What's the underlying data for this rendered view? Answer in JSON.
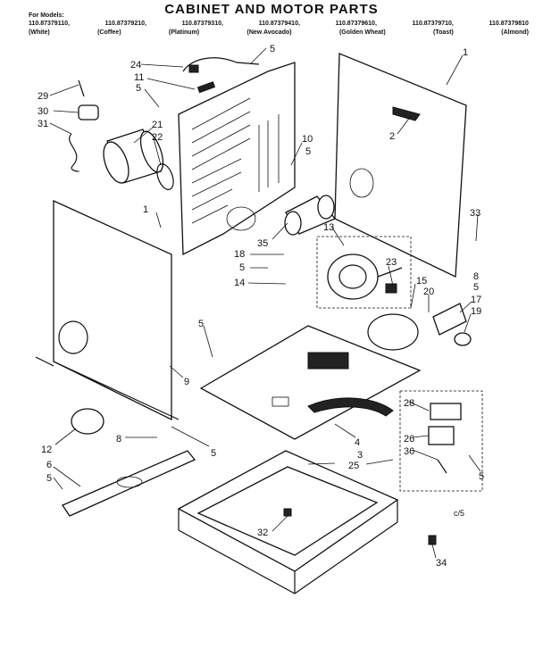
{
  "header": {
    "title": "CABINET AND MOTOR PARTS",
    "for_models": "For Models:",
    "models": [
      "110.87379110,",
      "110.87379210,",
      "110.87379310,",
      "110.87379410,",
      "110.87379610,",
      "110.87379710,",
      "110.87379810"
    ],
    "colors": [
      "(White)",
      "(Coffee)",
      "(Platinum)",
      "(New Avocado)",
      "(Golden Wheat)",
      "(Toast)",
      "(Almond)"
    ]
  },
  "callouts": [
    "24",
    "11",
    "5",
    "5",
    "29",
    "30",
    "31",
    "21",
    "22",
    "10",
    "5",
    "1",
    "2",
    "33",
    "13",
    "35",
    "18",
    "5",
    "14",
    "23",
    "15",
    "20",
    "8",
    "5",
    "17",
    "19",
    "1",
    "5",
    "9",
    "12",
    "8",
    "5",
    "6",
    "5",
    "4",
    "28",
    "26",
    "36",
    "3",
    "25",
    "5",
    "32",
    "34"
  ],
  "corner_note": "c/5"
}
